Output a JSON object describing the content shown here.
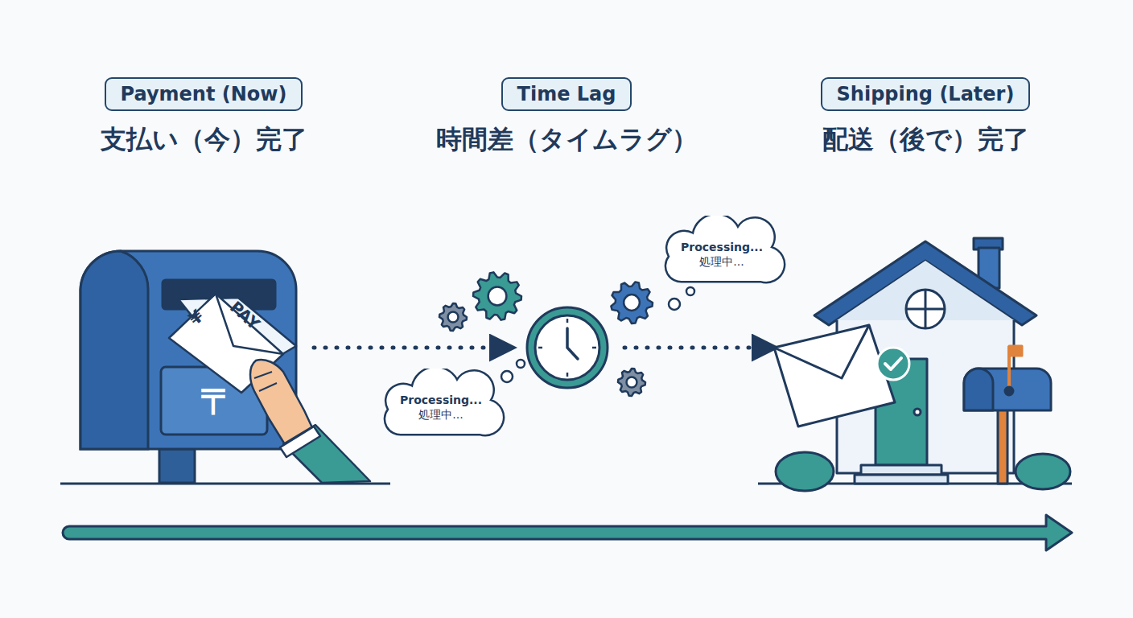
{
  "diagram": {
    "nodes": [
      {
        "text": [
          "Payment (Now)",
          "支払い（今）完了"
        ]
      },
      {
        "text": [
          "Time Lag",
          "時間差（タイムラグ）"
        ]
      },
      {
        "text": [
          "Shipping (Later)",
          "配送（後で）完了"
        ]
      },
      {
        "text": [
          "Processing...",
          "処理中..."
        ]
      },
      {
        "text": [
          "Processing...",
          "処理中..."
        ]
      }
    ],
    "labels": [
      "¥",
      "PAY",
      "〒"
    ]
  }
}
